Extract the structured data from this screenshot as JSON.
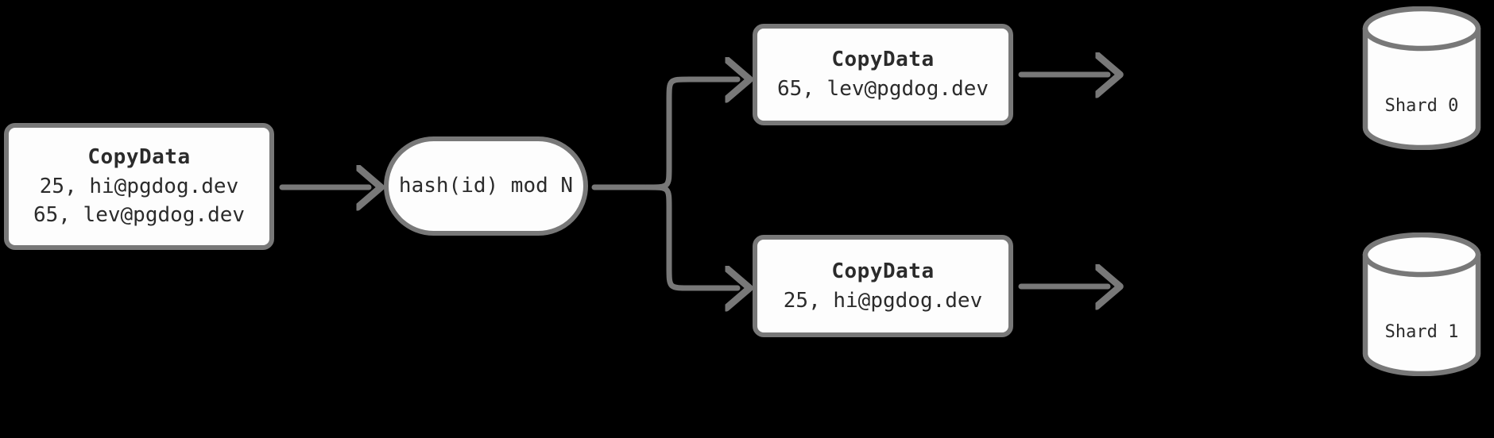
{
  "diagram": {
    "title": "Sharded COPY data routing",
    "background": "#000000",
    "stroke_color": "#787878",
    "fill_color": "#fdfdfd",
    "text_color": "#2b2b2b"
  },
  "nodes": {
    "source": {
      "name": "source-copydata-box",
      "shape": "rounded-rect",
      "lines": [
        "CopyData",
        "25, hi@pgdog.dev",
        "65, lev@pgdog.dev"
      ]
    },
    "router": {
      "name": "hash-router",
      "shape": "stadium",
      "label": "hash(id) mod N"
    },
    "dest0": {
      "name": "dest-copydata-box-0",
      "shape": "rounded-rect",
      "lines": [
        "CopyData",
        "65, lev@pgdog.dev"
      ]
    },
    "dest1": {
      "name": "dest-copydata-box-1",
      "shape": "rounded-rect",
      "lines": [
        "CopyData",
        "25, hi@pgdog.dev"
      ]
    },
    "shard0": {
      "name": "shard-0-cylinder",
      "shape": "cylinder",
      "label": "Shard 0"
    },
    "shard1": {
      "name": "shard-1-cylinder",
      "shape": "cylinder",
      "label": "Shard 1"
    }
  },
  "edges": [
    {
      "name": "edge-source-to-router",
      "from": "source",
      "to": "router",
      "style": "straight-arrow"
    },
    {
      "name": "edge-router-to-dest0",
      "from": "router",
      "to": "dest0",
      "style": "fork-up-arrow"
    },
    {
      "name": "edge-router-to-dest1",
      "from": "router",
      "to": "dest1",
      "style": "fork-down-arrow"
    },
    {
      "name": "edge-dest0-to-shard0",
      "from": "dest0",
      "to": "shard0",
      "style": "straight-arrow"
    },
    {
      "name": "edge-dest1-to-shard1",
      "from": "dest1",
      "to": "shard1",
      "style": "straight-arrow"
    }
  ]
}
